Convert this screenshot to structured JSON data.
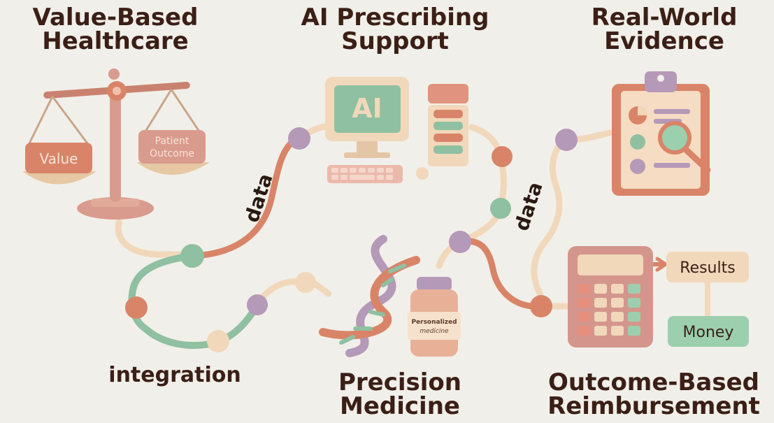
{
  "titles": {
    "value_based": [
      "Value-Based",
      "Healthcare"
    ],
    "ai_prescribing": [
      "AI Prescribing",
      "Support"
    ],
    "real_world": [
      "Real-World",
      "Evidence"
    ],
    "precision": [
      "Precision",
      "Medicine"
    ],
    "outcome_based": [
      "Outcome-Based",
      "Reimbursement"
    ]
  },
  "labels": {
    "integration": "integration",
    "data_left": "data",
    "data_right": "data",
    "scale_value": "Value",
    "scale_patient_line1": "Patient",
    "scale_patient_line2": "Outcome",
    "ai_screen": "AI",
    "vial_line1": "Personalized",
    "vial_line2": "medicine",
    "results": "Results",
    "money": "Money"
  },
  "colors": {
    "background": "#f1efe9",
    "title_text": "#3b1f17",
    "terracotta": "#d98468",
    "sage": "#8fc0a1",
    "lavender": "#b599b8",
    "cream": "#f1d8bb",
    "pink_tan": "#d99b8d",
    "mint": "#9ccfae"
  }
}
